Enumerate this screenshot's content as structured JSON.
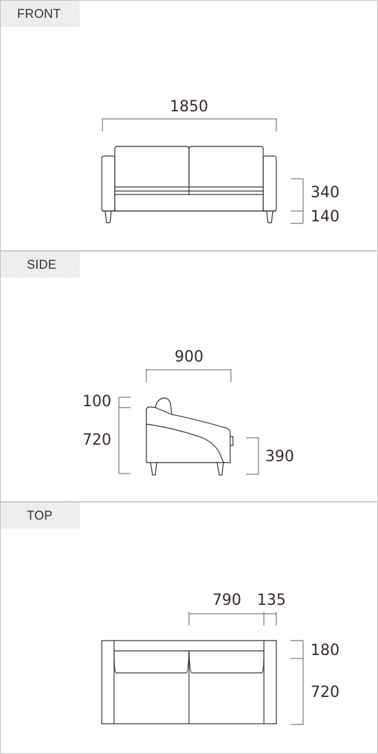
{
  "views": {
    "front": {
      "label": "FRONT",
      "width": "1850",
      "seat_height": "340",
      "leg_height": "140"
    },
    "side": {
      "label": "SIDE",
      "depth": "900",
      "back_cushion": "100",
      "back_height": "720",
      "arm_height": "390"
    },
    "top": {
      "label": "TOP",
      "seat_width": "790",
      "arm_width": "135",
      "back_depth": "180",
      "seat_depth": "720"
    }
  },
  "colors": {
    "line": "#2e2e2e",
    "tab_bg": "#eeeeee",
    "text": "#3a2a2a"
  }
}
